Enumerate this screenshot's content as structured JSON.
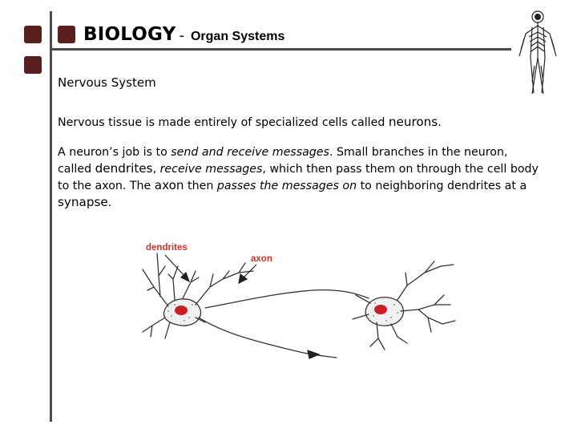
{
  "header": {
    "title": "BIOLOGY",
    "separator": "-",
    "subtitle": "Organ Systems"
  },
  "section_heading": "Nervous System",
  "paragraph1": {
    "t1": "Nervous tissue is made entirely of specialized cells called ",
    "b1": "neurons",
    "t2": "."
  },
  "paragraph2": {
    "t1": "A neuron’s job is to ",
    "i1": "send and receive messages",
    "t2": ".  Small branches in the neuron, called ",
    "b1": "dendrites",
    "t3": ", ",
    "i2": "receive messages",
    "t4": ", which then pass them on through the cell body to the axon.  The ",
    "b2": "axon",
    "t5": " then ",
    "i3": "passes the messages on",
    "t6": " to neighboring dendrites at a ",
    "b3": "synapse",
    "t7": "."
  },
  "figure": {
    "label_dendrites": "dendrites",
    "label_axon": "axon"
  },
  "colors": {
    "accent_square": "#5a1f1f",
    "rule": "#4a4a4a",
    "label_red": "#c0392b",
    "nucleus": "#cc1f1f"
  }
}
